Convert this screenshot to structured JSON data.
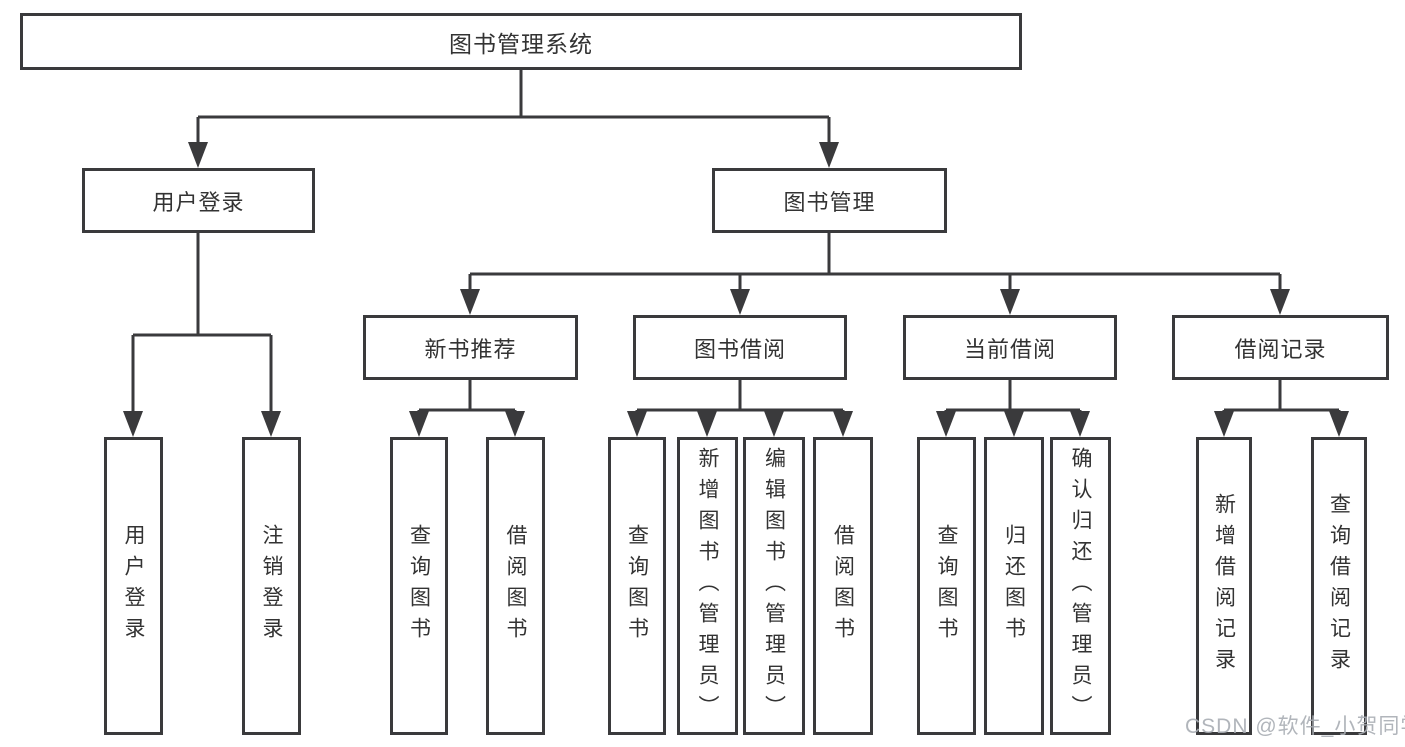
{
  "diagram": {
    "type": "hierarchy",
    "tree": {
      "label": "图书管理系统",
      "children": [
        {
          "label": "用户登录",
          "children": [
            {
              "label": "用户登录"
            },
            {
              "label": "注销登录"
            }
          ]
        },
        {
          "label": "图书管理",
          "children": [
            {
              "label": "新书推荐",
              "children": [
                {
                  "label": "查询图书"
                },
                {
                  "label": "借阅图书"
                }
              ]
            },
            {
              "label": "图书借阅",
              "children": [
                {
                  "label": "查询图书"
                },
                {
                  "label": "新增图书（管理员）"
                },
                {
                  "label": "编辑图书（管理员）"
                },
                {
                  "label": "借阅图书"
                }
              ]
            },
            {
              "label": "当前借阅",
              "children": [
                {
                  "label": "查询图书"
                },
                {
                  "label": "归还图书"
                },
                {
                  "label": "确认归还（管理员）"
                }
              ]
            },
            {
              "label": "借阅记录",
              "children": [
                {
                  "label": "新增借阅记录"
                },
                {
                  "label": "查询借阅记录"
                }
              ]
            }
          ]
        }
      ]
    },
    "colors": {
      "line": "#3A3A3C",
      "text": "#333333",
      "node_background": "#FFFFFF",
      "background": "#FFFFFF",
      "watermark_color": "#A9AEB4"
    },
    "watermark": "CSDN @软件_小贺同学"
  }
}
